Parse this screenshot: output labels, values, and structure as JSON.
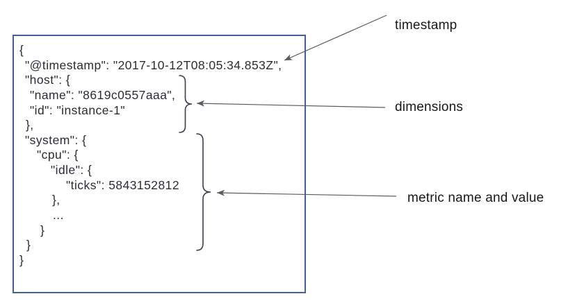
{
  "figure": {
    "code_box": {
      "lines": [
        "{",
        "\"@timestamp\": \"2017-10-12T08:05:34.853Z\",",
        "\"host\": {",
        "\"name\": \"8619c0557aaa\",",
        "\"id\": \"instance-1\"",
        "},",
        "\"system\": {",
        "\"cpu\": {",
        "\"idle\": {",
        "\"ticks\": 5843152812",
        "},",
        "...",
        "}",
        "}",
        "}"
      ]
    },
    "annotations": {
      "timestamp_label": "timestamp",
      "dimensions_label": "dimensions",
      "metric_label": "metric name and value"
    },
    "colors": {
      "background": "#ffffff",
      "box_border": "#41609f",
      "code_text": "#2a2d34",
      "brace": "#3a3f4d",
      "arrow": "#565b64",
      "label_text": "#16181c"
    }
  }
}
